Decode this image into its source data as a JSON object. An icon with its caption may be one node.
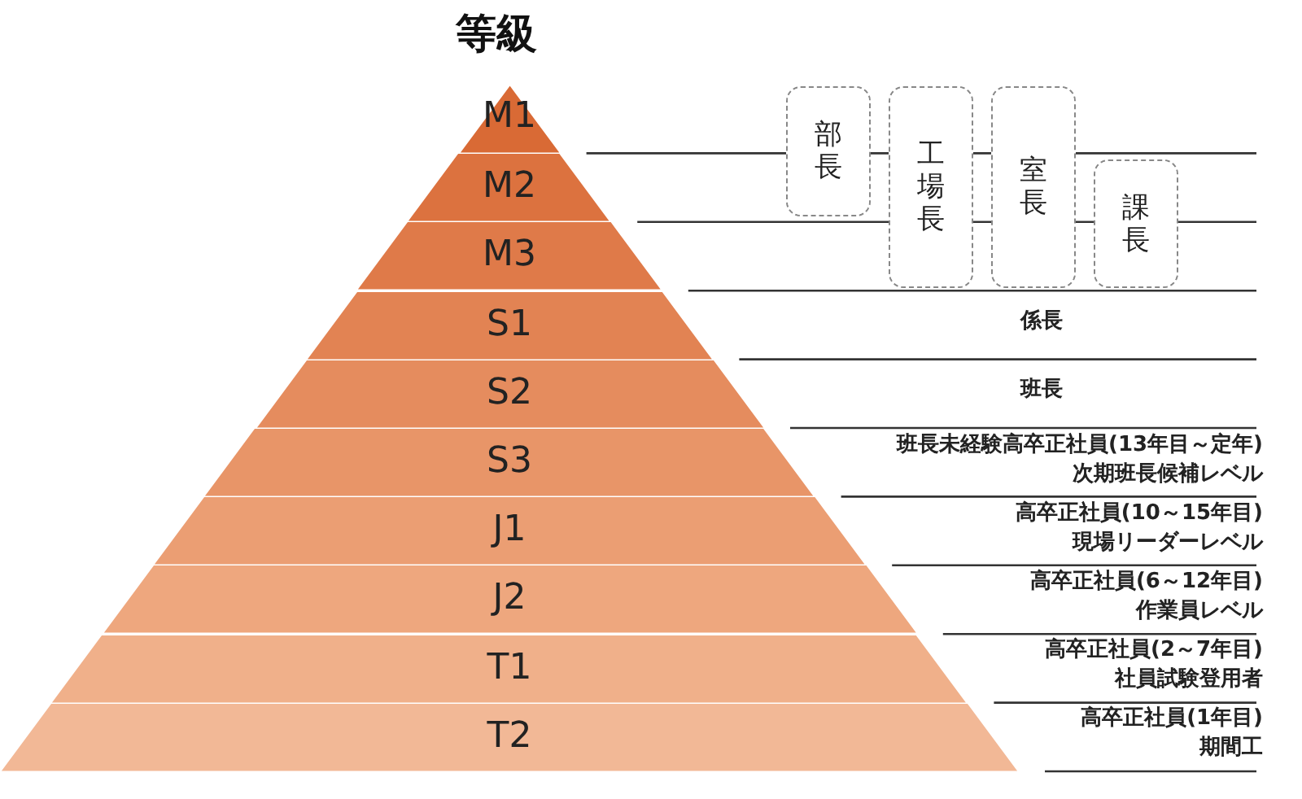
{
  "diagram": {
    "title": "等級",
    "nodes": [
      {
        "text": [
          "M1"
        ]
      },
      {
        "text": [
          "M2"
        ]
      },
      {
        "text": [
          "M3"
        ]
      },
      {
        "text": [
          "S1"
        ]
      },
      {
        "text": [
          "S2"
        ]
      },
      {
        "text": [
          "S3"
        ]
      },
      {
        "text": [
          "J1"
        ]
      },
      {
        "text": [
          "J2"
        ]
      },
      {
        "text": [
          "T1"
        ]
      },
      {
        "text": [
          "T2"
        ]
      },
      {
        "text": [
          "部長"
        ]
      },
      {
        "text": [
          "工場長"
        ]
      },
      {
        "text": [
          "室長"
        ]
      },
      {
        "text": [
          "課長"
        ]
      }
    ],
    "edges": [],
    "labels": [
      "係長",
      "班長",
      "班長未経験高卒正社員(13年目～定年)",
      "次期班長候補レベル",
      "高卒正社員(10～15年目)",
      "現場リーダーレベル",
      "高卒正社員(6～12年目)",
      "作業員レベル",
      "高卒正社員(2～7年目)",
      "社員試験登用者",
      "高卒正社員(1年目)",
      "期間工"
    ]
  }
}
